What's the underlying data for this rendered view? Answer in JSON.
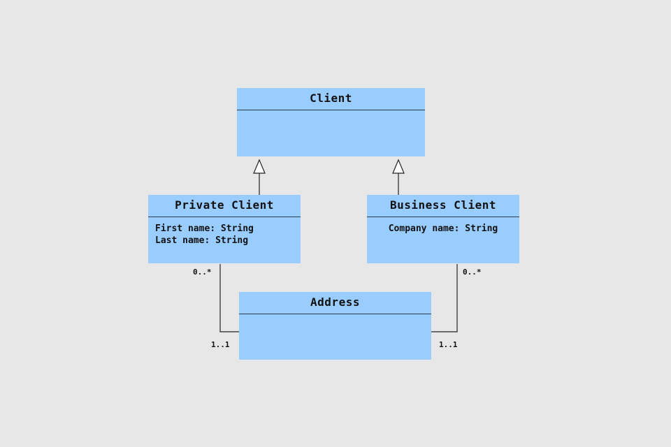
{
  "background_color": "#e8e7e8",
  "class_fill_color": "#99ccff",
  "classes": {
    "client": {
      "name": "Client",
      "attributes": []
    },
    "private_client": {
      "name": "Private Client",
      "attributes": [
        "First name: String",
        "Last name: String"
      ]
    },
    "business_client": {
      "name": "Business Client",
      "attributes": [
        "Company name: String"
      ]
    },
    "address": {
      "name": "Address",
      "attributes": []
    }
  },
  "relations": [
    {
      "type": "generalization",
      "from": "private_client",
      "to": "client"
    },
    {
      "type": "generalization",
      "from": "business_client",
      "to": "client"
    },
    {
      "type": "association",
      "from": "private_client",
      "to": "address",
      "from_multiplicity": "0..*",
      "to_multiplicity": "1..1"
    },
    {
      "type": "association",
      "from": "business_client",
      "to": "address",
      "from_multiplicity": "0..*",
      "to_multiplicity": "1..1"
    }
  ]
}
